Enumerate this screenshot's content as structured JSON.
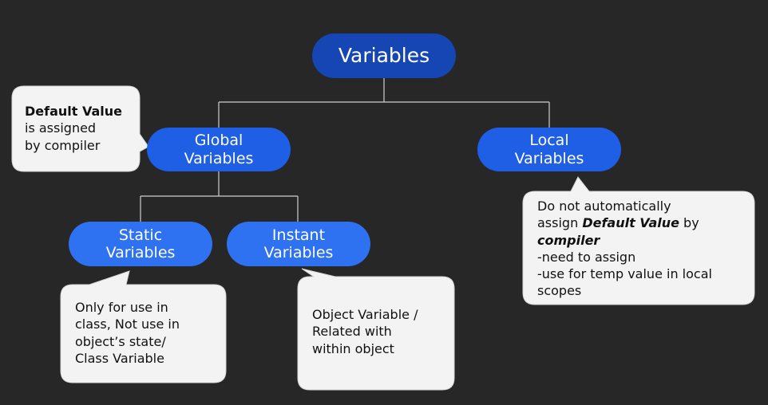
{
  "diagram": {
    "root": {
      "label": "Variables"
    },
    "global": {
      "label": "Global\nVariables"
    },
    "local": {
      "label": "Local\nVariables"
    },
    "static": {
      "label": "Static\nVariables"
    },
    "instant": {
      "label": "Instant\nVariables"
    }
  },
  "notes": {
    "global_note": {
      "bold": "Default Value",
      "line2": "is assigned",
      "line3": "by compiler"
    },
    "local_note": {
      "line1": "Do not automatically",
      "line2_pre": "assign ",
      "line2_em": "Default Value",
      "line2_post": " by",
      "line3_em": "compiler",
      "line4": "-need to assign",
      "line5": "-use for temp value in local",
      "line6": "scopes"
    },
    "static_note": {
      "line1": "Only for use in",
      "line2": "class, Not use in",
      "line3": "object’s state/",
      "line4": "Class Variable"
    },
    "instant_note": {
      "line1": "Object Variable /",
      "line2": "Related with",
      "line3": "within object"
    }
  },
  "colors": {
    "background": "#272727",
    "root_fill": "#1546b3",
    "mid_fill": "#1f5fe6",
    "leaf_fill": "#2e72f2",
    "connector": "#cfcfcf",
    "note_fill": "#f3f3f3"
  }
}
